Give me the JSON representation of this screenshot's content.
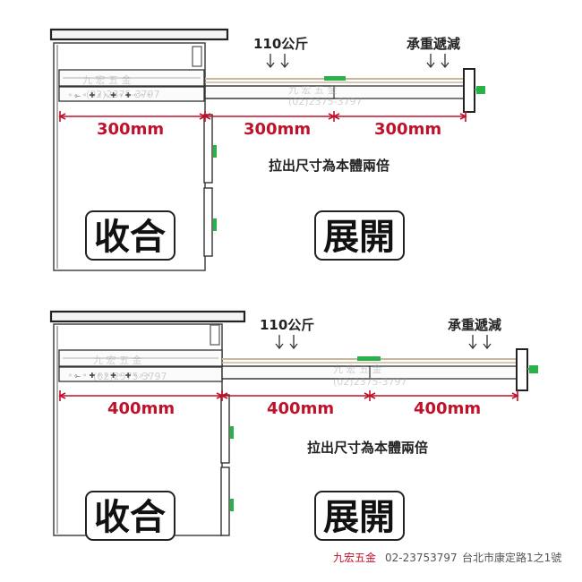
{
  "colors": {
    "dimension": "#c0112b",
    "clip": "#2ab24a",
    "outline": "#222222",
    "rail": "#c8b79a"
  },
  "panels": [
    {
      "load_label": "110公斤",
      "damper_label": "承重遞減",
      "dim1": "300mm",
      "dim2": "300mm",
      "dim3": "300mm",
      "note": "拉出尺寸為本體兩倍",
      "collapsed_label": "收合",
      "expanded_label": "展開",
      "watermark_name": "九 宏 五 金",
      "watermark_phone": "(02)2375-3797"
    },
    {
      "load_label": "110公斤",
      "damper_label": "承重遞減",
      "dim1": "400mm",
      "dim2": "400mm",
      "dim3": "400mm",
      "note": "拉出尺寸為本體兩倍",
      "collapsed_label": "收合",
      "expanded_label": "展開",
      "watermark_name": "九 宏 五 金",
      "watermark_phone": "(02)2375-3797"
    }
  ],
  "footer": {
    "brand": "九宏五金",
    "phone": "02-23753797",
    "address": "台北市康定路1之1號"
  }
}
